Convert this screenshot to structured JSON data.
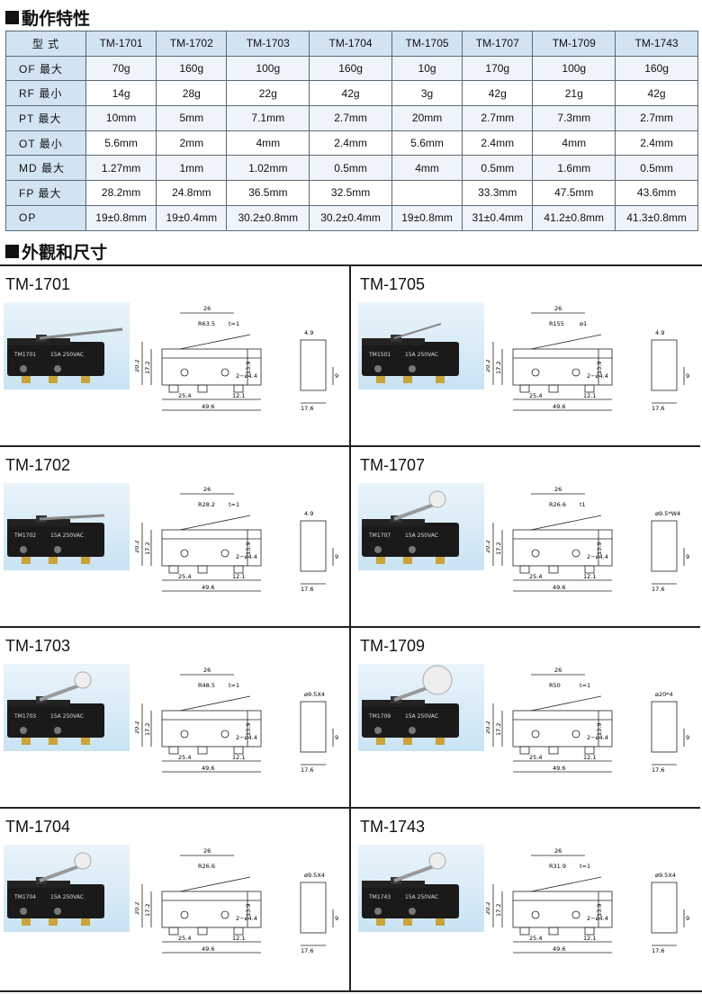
{
  "sections": {
    "spec_title": "動作特性",
    "dims_title": "外觀和尺寸"
  },
  "table": {
    "corner": "型 式",
    "models": [
      "TM-1701",
      "TM-1702",
      "TM-1703",
      "TM-1704",
      "TM-1705",
      "TM-1707",
      "TM-1709",
      "TM-1743"
    ],
    "rows": [
      {
        "label": "OF 最大",
        "values": [
          "70g",
          "160g",
          "100g",
          "160g",
          "10g",
          "170g",
          "100g",
          "160g"
        ]
      },
      {
        "label": "RF 最小",
        "values": [
          "14g",
          "28g",
          "22g",
          "42g",
          "3g",
          "42g",
          "21g",
          "42g"
        ]
      },
      {
        "label": "PT 最大",
        "values": [
          "10mm",
          "5mm",
          "7.1mm",
          "2.7mm",
          "20mm",
          "2.7mm",
          "7.3mm",
          "2.7mm"
        ]
      },
      {
        "label": "OT 最小",
        "values": [
          "5.6mm",
          "2mm",
          "4mm",
          "2.4mm",
          "5.6mm",
          "2.4mm",
          "4mm",
          "2.4mm"
        ]
      },
      {
        "label": "MD 最大",
        "values": [
          "1.27mm",
          "1mm",
          "1.02mm",
          "0.5mm",
          "4mm",
          "0.5mm",
          "1.6mm",
          "0.5mm"
        ]
      },
      {
        "label": "FP 最大",
        "values": [
          "28.2mm",
          "24.8mm",
          "36.5mm",
          "32.5mm",
          "",
          "33.3mm",
          "47.5mm",
          "43.6mm"
        ]
      },
      {
        "label": "OP",
        "values": [
          "19±0.8mm",
          "19±0.4mm",
          "30.2±0.8mm",
          "30.2±0.4mm",
          "19±0.8mm",
          "31±0.4mm",
          "41.2±0.8mm",
          "41.3±0.8mm"
        ]
      }
    ]
  },
  "panels": [
    {
      "name": "TM-1701",
      "photo_label": "TM1701",
      "rating": "15A 250VAC",
      "lever": "plain",
      "dims": {
        "a": "26",
        "b": "R63.5",
        "c": "t=1",
        "h1": "20.2",
        "h2": "17.2",
        "h3": "13.9",
        "top": "4.9",
        "w1": "25.4",
        "w2": "12.1",
        "w3": "49.6",
        "hole": "2−ø4.4",
        "side": "17.6",
        "sh": "9"
      }
    },
    {
      "name": "TM-1705",
      "photo_label": "TM1501",
      "rating": "15A 250VAC",
      "lever": "wire",
      "dims": {
        "a": "26",
        "b": "R155",
        "c": "ø1",
        "h1": "20.2",
        "h2": "17.2",
        "h3": "13.9",
        "top": "4.9",
        "w1": "25.4",
        "w2": "12.1",
        "w3": "49.6",
        "hole": "2−ø4.4",
        "side": "17.6",
        "sh": "9"
      }
    },
    {
      "name": "TM-1702",
      "photo_label": "TM1702",
      "rating": "15A 250VAC",
      "lever": "short",
      "dims": {
        "a": "26",
        "b": "R28.2",
        "c": "t=1",
        "h1": "20.2",
        "h2": "17.2",
        "h3": "13.9",
        "top": "4.9",
        "w1": "25.4",
        "w2": "12.1",
        "w3": "49.6",
        "hole": "2−ø4.4",
        "side": "17.6",
        "sh": "9"
      }
    },
    {
      "name": "TM-1707",
      "photo_label": "TM1707",
      "rating": "15A 250VAC",
      "lever": "roller",
      "dims": {
        "a": "26",
        "b": "R26.6",
        "c": "t1",
        "h1": "20.2",
        "h2": "17.2",
        "h3": "13.9",
        "top": "ø9.5*W4",
        "w1": "25.4",
        "w2": "12.1",
        "w3": "49.6",
        "hole": "2−ø4.4",
        "side": "17.6",
        "sh": "9"
      }
    },
    {
      "name": "TM-1703",
      "photo_label": "TM1703",
      "rating": "15A 250VAC",
      "lever": "roller",
      "dims": {
        "a": "26",
        "b": "R48.5",
        "c": "t=1",
        "h1": "20.2",
        "h2": "17.2",
        "h3": "13.9",
        "top": "ø9.5X4",
        "w1": "25.4",
        "w2": "12.1",
        "w3": "49.6",
        "hole": "2−ø4.4",
        "side": "17.6",
        "sh": "9"
      }
    },
    {
      "name": "TM-1709",
      "photo_label": "TM1709",
      "rating": "15A 250VAC",
      "lever": "bigroller",
      "dims": {
        "a": "26",
        "b": "R50",
        "c": "t=1",
        "h1": "20.2",
        "h2": "17.2",
        "h3": "13.9",
        "top": "ø20*4",
        "w1": "25.4",
        "w2": "12.1",
        "w3": "49.6",
        "hole": "2−ø4.4",
        "side": "17.6",
        "sh": "9"
      }
    },
    {
      "name": "TM-1704",
      "photo_label": "TM1704",
      "rating": "15A 250VAC",
      "lever": "roller",
      "dims": {
        "a": "26",
        "b": "R26.6",
        "c": "",
        "h1": "20.2",
        "h2": "17.2",
        "h3": "13.9",
        "top": "ø9.5X4",
        "w1": "25.4",
        "w2": "12.1",
        "w3": "49.6",
        "hole": "2−ø4.4",
        "side": "17.6",
        "sh": "9"
      }
    },
    {
      "name": "TM-1743",
      "photo_label": "TM1743",
      "rating": "15A 250VAC",
      "lever": "roller",
      "dims": {
        "a": "26",
        "b": "R31.9",
        "c": "t=1",
        "h1": "20.2",
        "h2": "17.2",
        "h3": "13.9",
        "top": "ø9.5X4",
        "w1": "25.4",
        "w2": "12.1",
        "w3": "49.6",
        "hole": "2−ø4.4",
        "side": "17.6",
        "sh": "9"
      }
    }
  ],
  "colors": {
    "header_bg": "#d2e3f2",
    "row_alt": "#eef4fa",
    "grid_line": "#5a6a78",
    "photo_bg": "#c9e3f3"
  }
}
